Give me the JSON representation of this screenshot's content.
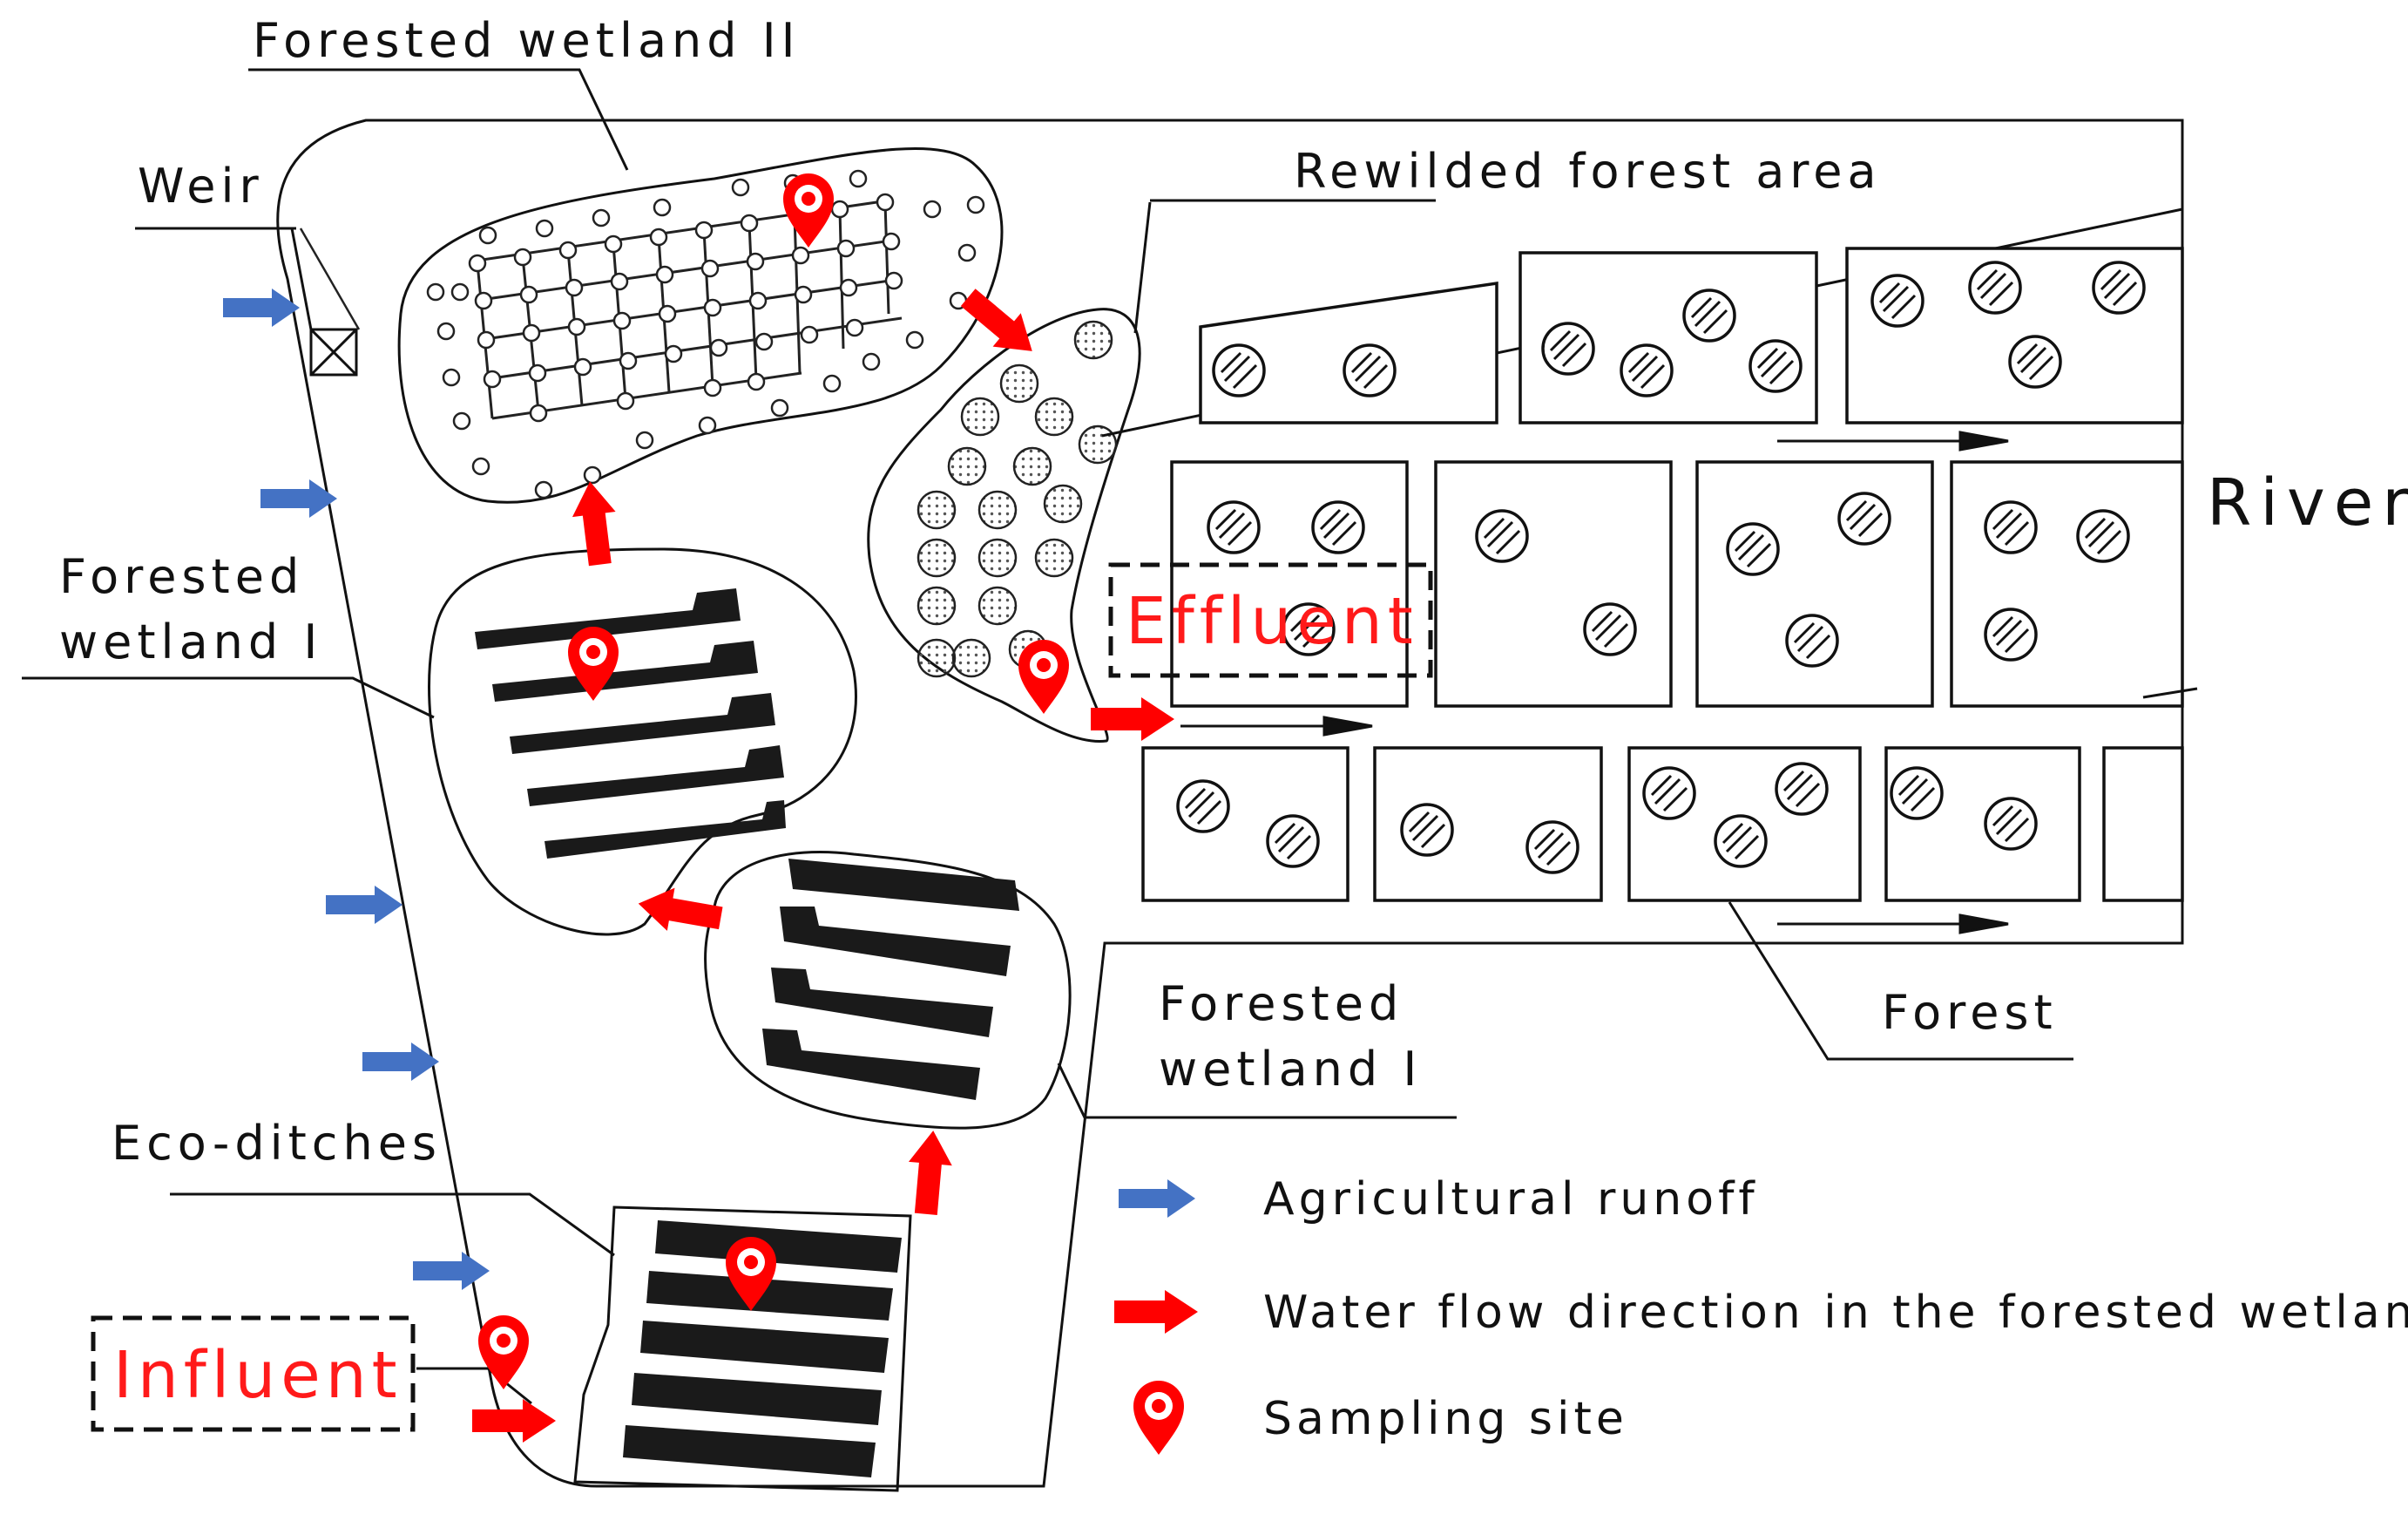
{
  "labels": {
    "forested_wetland_ii": "Forested wetland II",
    "weir": "Weir",
    "rewilded_forest_area": "Rewilded forest area",
    "river": "River",
    "forested_wetland_i_left": "Forested wetland I",
    "effluent": "Effluent",
    "forested_wetland_i_right": "Forested wetland I",
    "forest": "Forest",
    "eco_ditches": "Eco-ditches",
    "influent": "Influent"
  },
  "legend": {
    "agricultural_runoff": "Agricultural runoff",
    "water_flow": "Water flow direction in the forested wetland",
    "sampling_site": "Sampling site"
  },
  "colors": {
    "runoff_arrow": "#4472c4",
    "flow_arrow": "#ff0000",
    "sampling_marker": "#ff0000",
    "line": "#111111"
  },
  "icons": {
    "runoff": "blue-arrow-icon",
    "flow": "red-arrow-icon",
    "sampling": "map-pin-icon",
    "tree": "hatched-circle-tree-icon"
  }
}
